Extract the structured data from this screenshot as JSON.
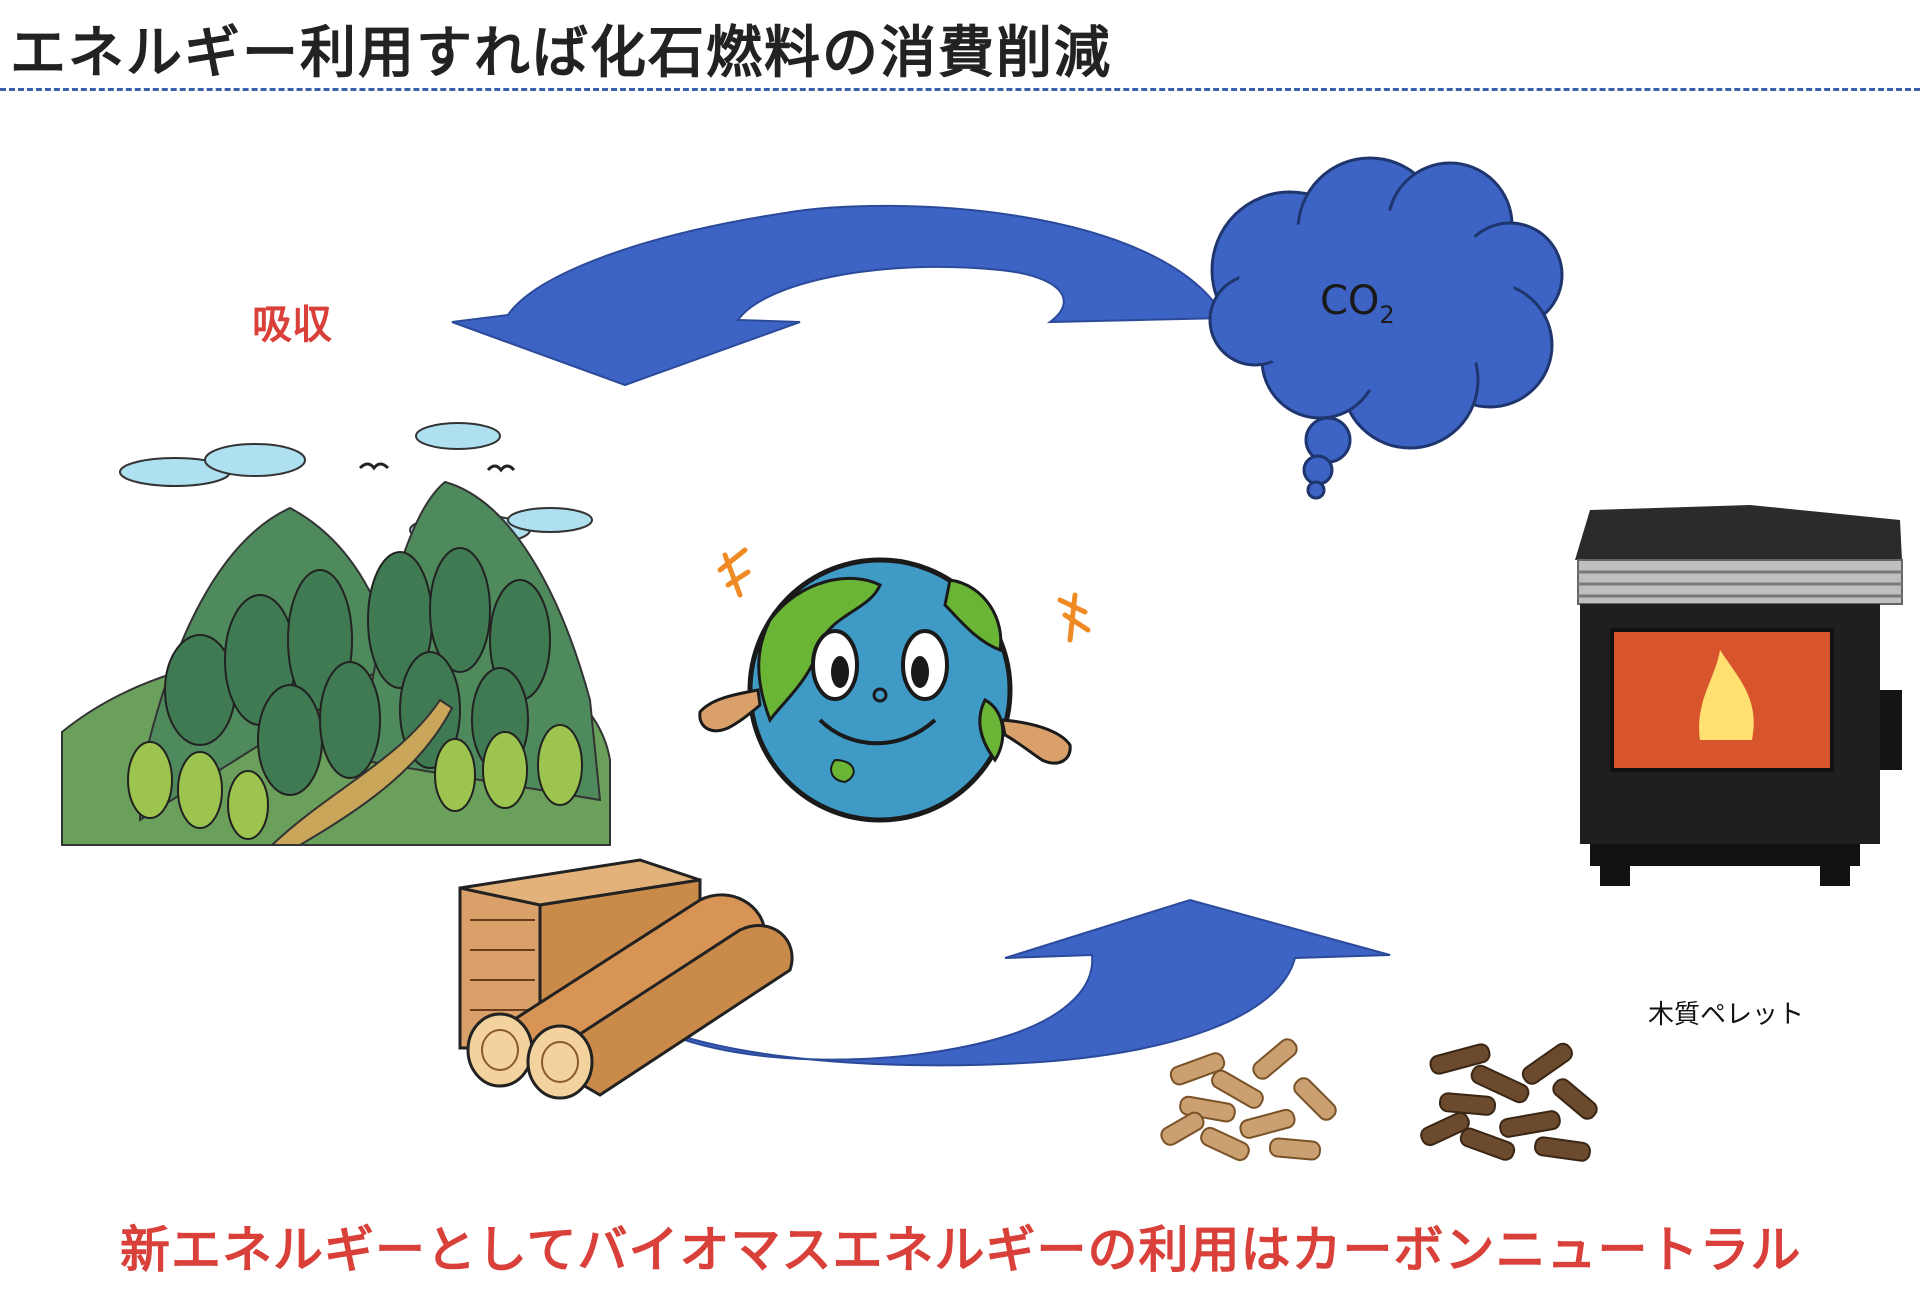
{
  "title": "エネルギー利用すれば化石燃料の消費削減",
  "labels": {
    "absorb": "吸収",
    "co2_main": "CO",
    "co2_sub": "2",
    "wood_pellet": "木質ペレット"
  },
  "footer": "新エネルギーとしてバイオマスエネルギーの利用はカーボンニュートラル",
  "colors": {
    "arrow_blue": "#3d63c4",
    "title_rule": "#3b5fa8",
    "accent_red": "#d9403a",
    "forest_green": "#3f7a52",
    "earth_blue": "#3f9bc6",
    "earth_green": "#6bb536",
    "wood_brown": "#c98a4a"
  },
  "icons": [
    "forest-mountain-icon",
    "earth-character-icon",
    "co2-cloud-icon",
    "logs-icon",
    "wood-pellets-icon",
    "pellet-stove-icon"
  ]
}
